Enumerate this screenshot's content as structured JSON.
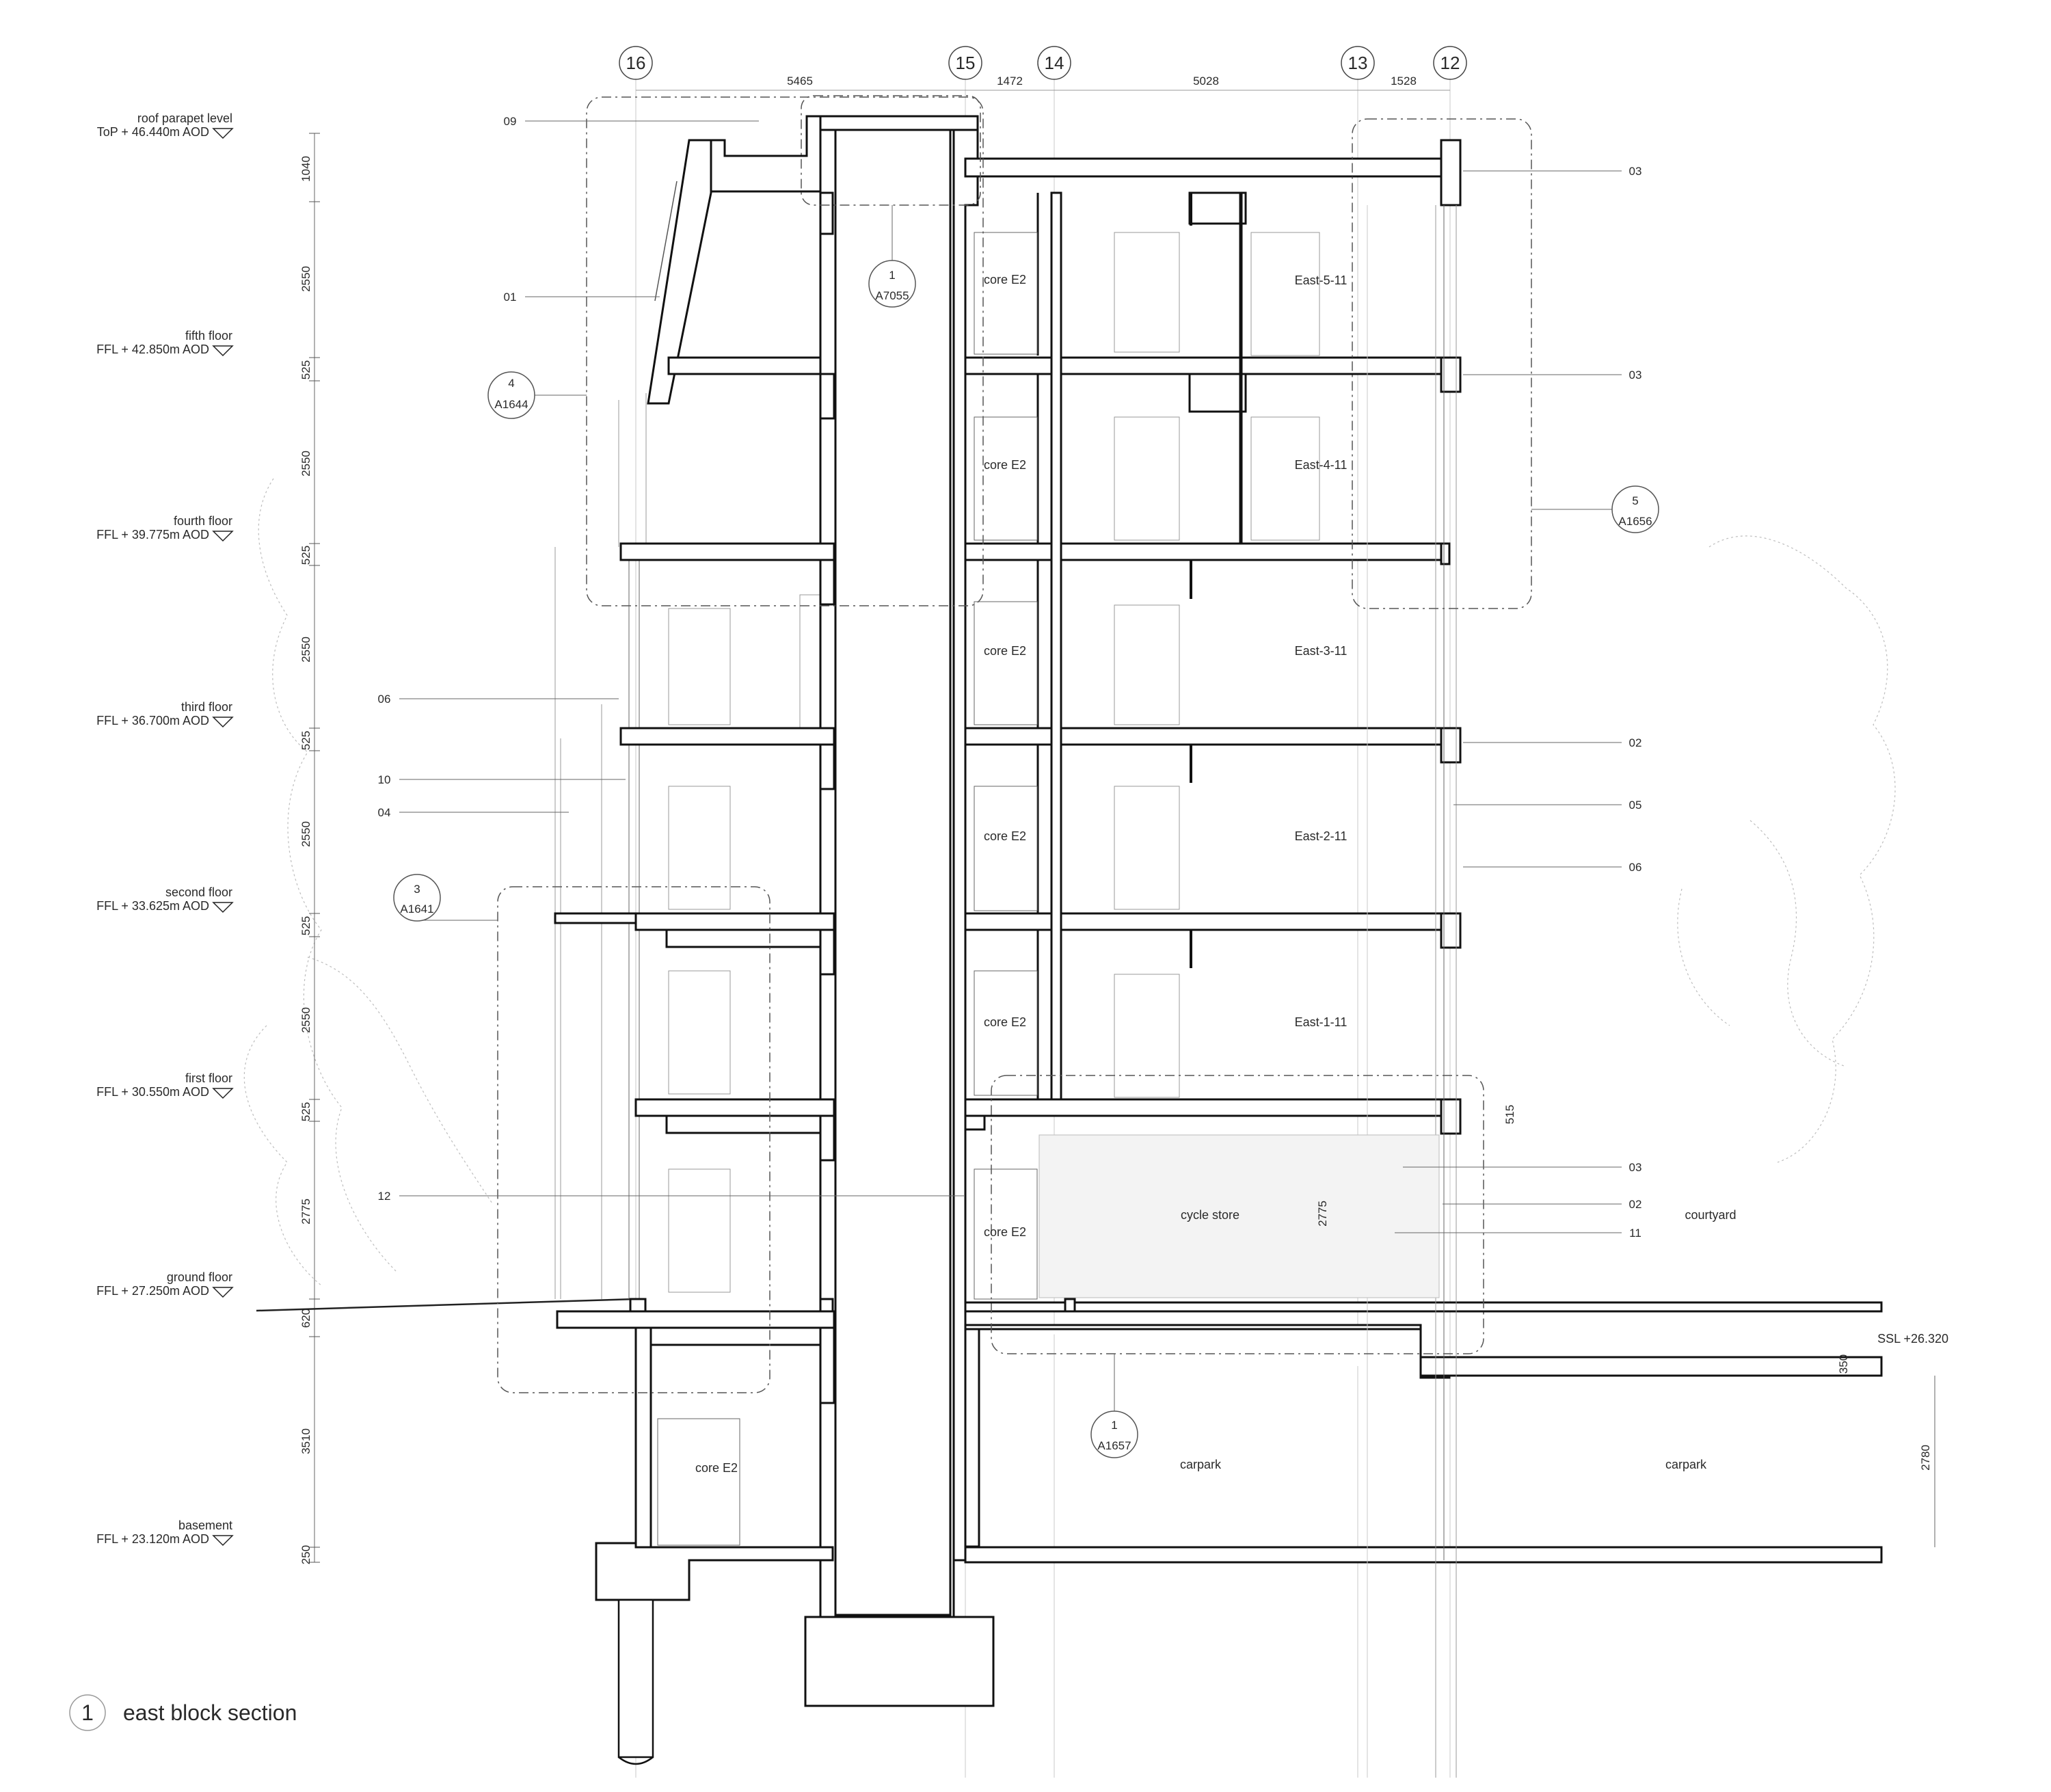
{
  "drawing": {
    "title": "east block section",
    "title_number": "1"
  },
  "grids": [
    "16",
    "15",
    "14",
    "13",
    "12"
  ],
  "top_dimensions": [
    "5465",
    "1472",
    "5028",
    "1528"
  ],
  "levels": [
    {
      "name": "roof parapet level",
      "value": "ToP + 46.440m AOD"
    },
    {
      "name": "fifth floor",
      "value": "FFL + 42.850m AOD"
    },
    {
      "name": "fourth floor",
      "value": "FFL + 39.775m AOD"
    },
    {
      "name": "third floor",
      "value": "FFL + 36.700m AOD"
    },
    {
      "name": "second floor",
      "value": "FFL + 33.625m AOD"
    },
    {
      "name": "first floor",
      "value": "FFL + 30.550m AOD"
    },
    {
      "name": "ground floor",
      "value": "FFL + 27.250m AOD"
    },
    {
      "name": "basement",
      "value": "FFL + 23.120m AOD"
    }
  ],
  "vertical_dimensions": [
    "1040",
    "2550",
    "525",
    "2550",
    "525",
    "2550",
    "525",
    "2550",
    "525",
    "2550",
    "525",
    "2775",
    "620",
    "3510",
    "250"
  ],
  "other_dimensions": {
    "d515": "515",
    "d2775": "2775",
    "d350": "350",
    "d2780": "2780"
  },
  "rooms": {
    "east5": "East-5-11",
    "east4": "East-4-11",
    "east3": "East-3-11",
    "east2": "East-2-11",
    "east1": "East-1-11",
    "core": "core E2",
    "cycle": "cycle store",
    "courtyard": "courtyard",
    "carpark": "carpark",
    "ssl": "SSL +26.320"
  },
  "annotations": {
    "left": [
      "09",
      "01",
      "06",
      "10",
      "04",
      "12"
    ],
    "right": [
      "03",
      "03",
      "02",
      "05",
      "06",
      "03",
      "02",
      "11"
    ]
  },
  "callouts": [
    {
      "num": "1",
      "ref": "A7055"
    },
    {
      "num": "4",
      "ref": "A1644"
    },
    {
      "num": "5",
      "ref": "A1656"
    },
    {
      "num": "3",
      "ref": "A1641"
    },
    {
      "num": "1",
      "ref": "A1657"
    }
  ]
}
